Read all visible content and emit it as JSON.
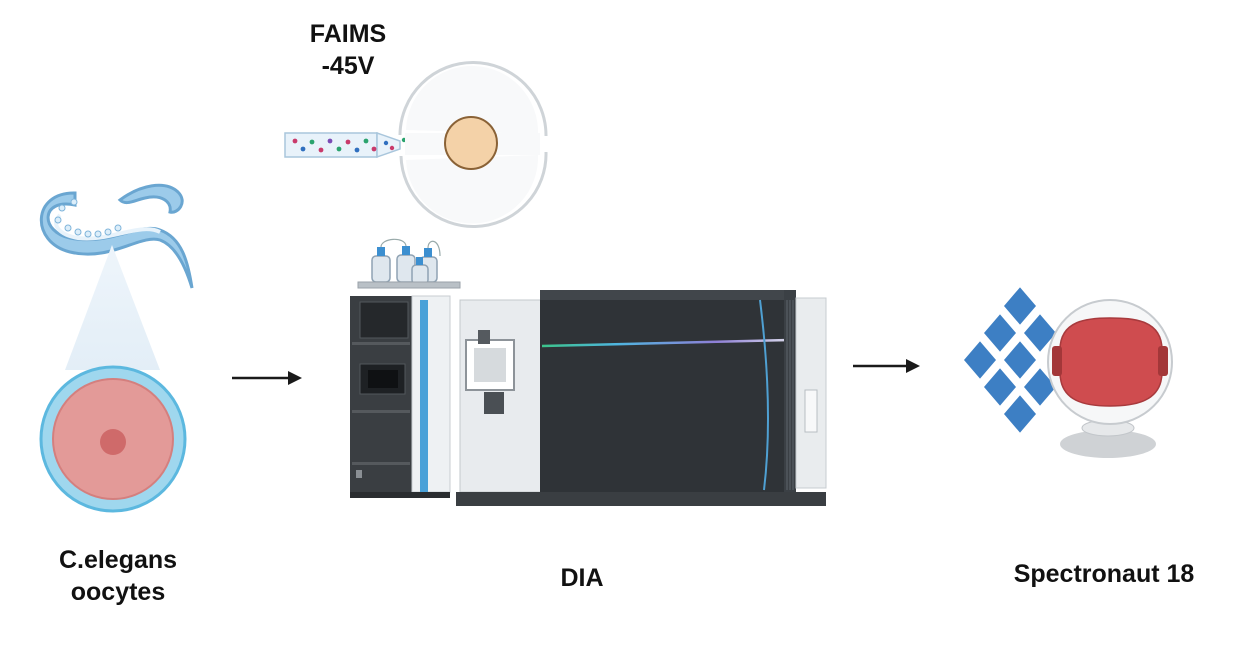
{
  "labels": {
    "faims_line1": "FAIMS",
    "faims_line2": "-45V",
    "sample_line1": "C.elegans",
    "sample_line2": "oocytes",
    "acquisition": "DIA",
    "software": "Spectronaut 18"
  },
  "icons": {
    "worm": "nematode-icon",
    "oocyte": "oocyte-cell-icon",
    "emitter": "faims-emitter-icon",
    "instrument": "lc-ms-instrument-icon",
    "software": "spectronaut-logo-icon"
  },
  "colors": {
    "worm": "#8ec3e6",
    "oocyte_outer": "#6ec4e6",
    "oocyte_cytoplasm": "#e39a98",
    "oocyte_nucleus": "#cf6a6a",
    "instrument_dark": "#2f3337",
    "instrument_accent": "#5fa9d4",
    "logo_blue": "#3d7fc4",
    "logo_red": "#cf4c4f",
    "arrow": "#1a1a1a"
  }
}
